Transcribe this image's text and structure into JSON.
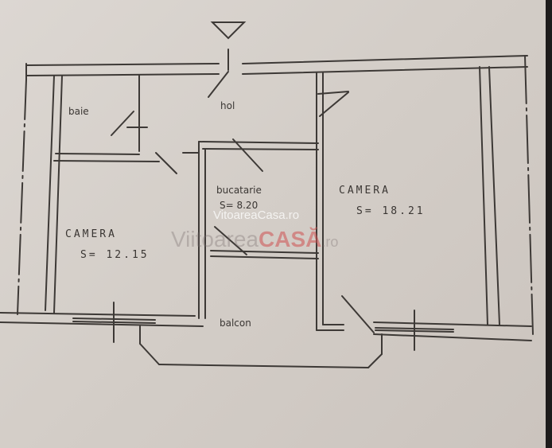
{
  "plan": {
    "entrance_marker": "triangle-down",
    "rooms": [
      {
        "name": "baie",
        "area": ""
      },
      {
        "name": "hol",
        "area": ""
      },
      {
        "name": "bucatarie",
        "area": "S= 8.20"
      },
      {
        "name": "CAMERA",
        "area": "S= 12.15"
      },
      {
        "name": "CAMERA",
        "area": "S= 18.21"
      },
      {
        "name": "balcon",
        "area": ""
      }
    ]
  },
  "watermark": {
    "small": "VitoareaCasa.ro",
    "large_prefix": "Viitoarea",
    "large_brand": "CASĂ",
    "large_suffix": ".ro",
    "brand_color": "#cd5050"
  },
  "colors": {
    "ink": "#3a3633",
    "paper": "#d6d0cb",
    "edge": "#1d1b1b"
  }
}
